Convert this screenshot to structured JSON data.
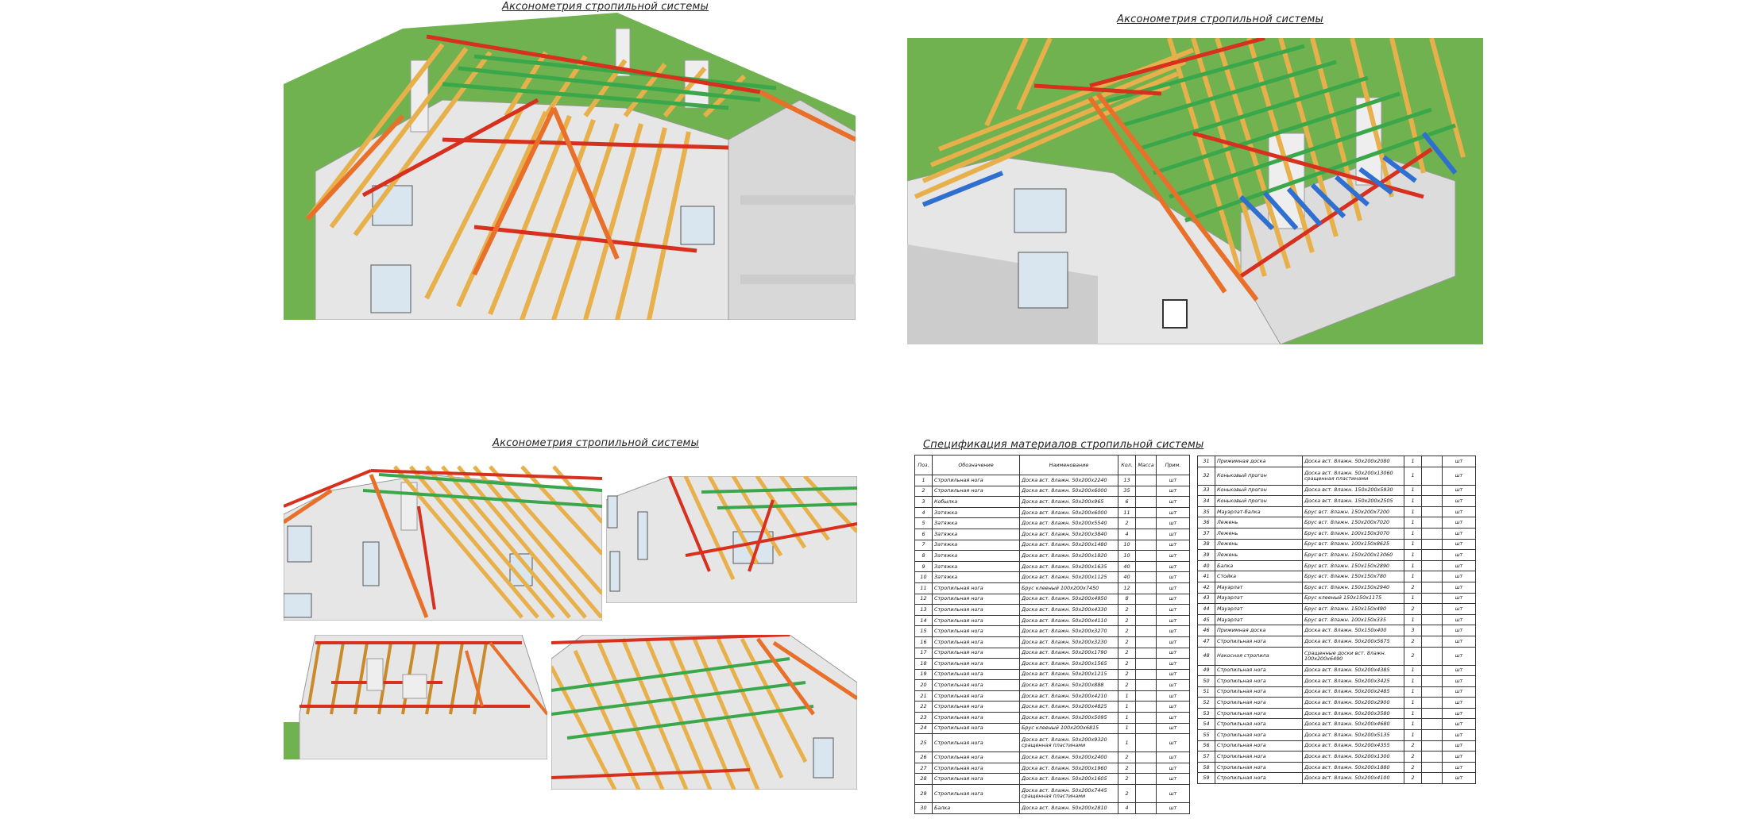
{
  "titles": {
    "view1": "Аксонометрия стропильной системы",
    "view2": "Аксонометрия стропильной системы",
    "view3": "Аксонометрия стропильной системы",
    "spec": "Спецификация материалов стропильной системы"
  },
  "colors": {
    "ground": "#6fb24f",
    "wall": "#e6e6e6",
    "rafter": "#e8b04a",
    "rafter_dark": "#c98a2c",
    "beam_red": "#d8301e",
    "orange": "#e8702a",
    "green_batten": "#3aa84a",
    "blue_beam": "#2f6fd0"
  },
  "spec": {
    "headers": [
      "Поз.",
      "Обозначение",
      "Наименование",
      "Кол.",
      "Масса",
      "Прим."
    ],
    "left_rows": [
      {
        "pos": "1",
        "des": "Стропильная нога",
        "name": "Доска вст. 8лажн. 50х200х2240",
        "qty": "13",
        "unit": "шт"
      },
      {
        "pos": "2",
        "des": "Стропильная нога",
        "name": "Доска вст. 8лажн. 50х200х6000",
        "qty": "35",
        "unit": "шт"
      },
      {
        "pos": "3",
        "des": "Кобылка",
        "name": "Доска вст. 8лажн. 50х200х965",
        "qty": "6",
        "unit": "шт"
      },
      {
        "pos": "4",
        "des": "Затяжка",
        "name": "Доска вст. 8лажн. 50х200х6000",
        "qty": "11",
        "unit": "шт"
      },
      {
        "pos": "5",
        "des": "Затяжка",
        "name": "Доска вст. 8лажн. 50х200х5540",
        "qty": "2",
        "unit": "шт"
      },
      {
        "pos": "6",
        "des": "Затяжка",
        "name": "Доска вст. 8лажн. 50х200х3840",
        "qty": "4",
        "unit": "шт"
      },
      {
        "pos": "7",
        "des": "Затяжка",
        "name": "Доска вст. 8лажн. 50х200х1480",
        "qty": "10",
        "unit": "шт"
      },
      {
        "pos": "8",
        "des": "Затяжка",
        "name": "Доска вст. 8лажн. 50х200х1820",
        "qty": "10",
        "unit": "шт"
      },
      {
        "pos": "9",
        "des": "Затяжка",
        "name": "Доска вст. 8лажн. 50х200х1635",
        "qty": "40",
        "unit": "шт"
      },
      {
        "pos": "10",
        "des": "Затяжка",
        "name": "Доска вст. 8лажн. 50х200х1125",
        "qty": "40",
        "unit": "шт"
      },
      {
        "pos": "11",
        "des": "Стропильная нога",
        "name": "Брус клееный 100х200х7450",
        "qty": "12",
        "unit": "шт"
      },
      {
        "pos": "12",
        "des": "Стропильная нога",
        "name": "Доска вст. 8лажн. 50х200х4950",
        "qty": "8",
        "unit": "шт"
      },
      {
        "pos": "13",
        "des": "Стропильная нога",
        "name": "Доска вст. 8лажн. 50х200х4330",
        "qty": "2",
        "unit": "шт"
      },
      {
        "pos": "14",
        "des": "Стропильная нога",
        "name": "Доска вст. 8лажн. 50х200х4110",
        "qty": "2",
        "unit": "шт"
      },
      {
        "pos": "15",
        "des": "Стропильная нога",
        "name": "Доска вст. 8лажн. 50х200х3270",
        "qty": "2",
        "unit": "шт"
      },
      {
        "pos": "16",
        "des": "Стропильная нога",
        "name": "Доска вст. 8лажн. 50х200х3230",
        "qty": "2",
        "unit": "шт"
      },
      {
        "pos": "17",
        "des": "Стропильная нога",
        "name": "Доска вст. 8лажн. 50х200х1790",
        "qty": "2",
        "unit": "шт"
      },
      {
        "pos": "18",
        "des": "Стропильная нога",
        "name": "Доска вст. 8лажн. 50х200х1565",
        "qty": "2",
        "unit": "шт"
      },
      {
        "pos": "19",
        "des": "Стропильная нога",
        "name": "Доска вст. 8лажн. 50х200х1215",
        "qty": "2",
        "unit": "шт"
      },
      {
        "pos": "20",
        "des": "Стропильная нога",
        "name": "Доска вст. 8лажн. 50х200х888",
        "qty": "2",
        "unit": "шт"
      },
      {
        "pos": "21",
        "des": "Стропильная нога",
        "name": "Доска вст. 8лажн. 50х200х4210",
        "qty": "1",
        "unit": "шт"
      },
      {
        "pos": "22",
        "des": "Стропильная нога",
        "name": "Доска вст. 8лажн. 50х200х4825",
        "qty": "1",
        "unit": "шт"
      },
      {
        "pos": "23",
        "des": "Стропильная нога",
        "name": "Доска вст. 8лажн. 50х200х5095",
        "qty": "1",
        "unit": "шт"
      },
      {
        "pos": "24",
        "des": "Стропильная нога",
        "name": "Брус клееный 100х200х6815",
        "qty": "1",
        "unit": "шт"
      },
      {
        "pos": "25",
        "des": "Стропильная нога",
        "name": "Доска вст. 8лажн. 50х200х9320 сращенная пластинами",
        "qty": "1",
        "unit": "шт",
        "tall": true
      },
      {
        "pos": "26",
        "des": "Стропильная нога",
        "name": "Доска вст. 8лажн. 50х200х2400",
        "qty": "2",
        "unit": "шт"
      },
      {
        "pos": "27",
        "des": "Стропильная нога",
        "name": "Доска вст. 8лажн. 50х200х1960",
        "qty": "2",
        "unit": "шт"
      },
      {
        "pos": "28",
        "des": "Стропильная нога",
        "name": "Доска вст. 8лажн. 50х200х1605",
        "qty": "2",
        "unit": "шт"
      },
      {
        "pos": "29",
        "des": "Стропильная нога",
        "name": "Доска вст. 8лажн. 50х200х7445 сращенная пластинами",
        "qty": "2",
        "unit": "шт",
        "tall": true
      },
      {
        "pos": "30",
        "des": "Балка",
        "name": "Доска вст. 8лажн. 50х200х2810",
        "qty": "4",
        "unit": "шт"
      }
    ],
    "right_rows": [
      {
        "pos": "31",
        "des": "Прижимная доска",
        "name": "Доска вст. 8лажн. 50х200х2080",
        "qty": "1",
        "unit": "шт"
      },
      {
        "pos": "32",
        "des": "Коньковый прогон",
        "name": "Доска вст. 8лажн. 50х200х13060 сращенная пластинами",
        "qty": "1",
        "unit": "шт",
        "tall": true
      },
      {
        "pos": "33",
        "des": "Коньковый прогон",
        "name": "Доска вст. 8лажн. 150х200х5930",
        "qty": "1",
        "unit": "шт"
      },
      {
        "pos": "34",
        "des": "Коньковый прогон",
        "name": "Доска вст. 8лажн. 150х200х2505",
        "qty": "1",
        "unit": "шт"
      },
      {
        "pos": "35",
        "des": "Мауэрлат-балка",
        "name": "Брус вст. 8лажн. 150х200х7200",
        "qty": "1",
        "unit": "шт"
      },
      {
        "pos": "36",
        "des": "Лежень",
        "name": "Брус вст. 8лажн. 150х200х7020",
        "qty": "1",
        "unit": "шт"
      },
      {
        "pos": "37",
        "des": "Лежень",
        "name": "Брус вст. 8лажн. 100х150х3070",
        "qty": "1",
        "unit": "шт"
      },
      {
        "pos": "38",
        "des": "Лежень",
        "name": "Брус вст. 8лажн. 100х150х8625",
        "qty": "1",
        "unit": "шт"
      },
      {
        "pos": "39",
        "des": "Лежень",
        "name": "Брус вст. 8лажн. 150х200х13060",
        "qty": "1",
        "unit": "шт"
      },
      {
        "pos": "40",
        "des": "Балка",
        "name": "Брус вст. 8лажн. 150х150х2890",
        "qty": "1",
        "unit": "шт"
      },
      {
        "pos": "41",
        "des": "Стойка",
        "name": "Брус вст. 8лажн. 150х150х780",
        "qty": "1",
        "unit": "шт"
      },
      {
        "pos": "42",
        "des": "Мауэрлат",
        "name": "Брус вст. 8лажн. 150х150х2940",
        "qty": "2",
        "unit": "шт"
      },
      {
        "pos": "43",
        "des": "Мауэрлат",
        "name": "Брус клееный 150х150х1175",
        "qty": "1",
        "unit": "шт"
      },
      {
        "pos": "44",
        "des": "Мауэрлат",
        "name": "Брус вст. 8лажн. 150х150х490",
        "qty": "2",
        "unit": "шт"
      },
      {
        "pos": "45",
        "des": "Мауэрлат",
        "name": "Брус вст. 8лажн. 100х150х335",
        "qty": "1",
        "unit": "шт"
      },
      {
        "pos": "46",
        "des": "Прижимная доска",
        "name": "Доска вст. 8лажн. 50х150х400",
        "qty": "3",
        "unit": "шт"
      },
      {
        "pos": "47",
        "des": "Стропильная нога",
        "name": "Доска вст. 8лажн. 50х200х5675",
        "qty": "2",
        "unit": "шт"
      },
      {
        "pos": "48",
        "des": "Накосная стропила",
        "name": "Сращенные доски вст. 8лажн. 100х200х6490",
        "qty": "2",
        "unit": "шт",
        "tall": true
      },
      {
        "pos": "49",
        "des": "Стропильная нога",
        "name": "Доска вст. 8лажн. 50х200х4385",
        "qty": "1",
        "unit": "шт"
      },
      {
        "pos": "50",
        "des": "Стропильная нога",
        "name": "Доска вст. 8лажн. 50х200х3425",
        "qty": "1",
        "unit": "шт"
      },
      {
        "pos": "51",
        "des": "Стропильная нога",
        "name": "Доска вст. 8лажн. 50х200х2485",
        "qty": "1",
        "unit": "шт"
      },
      {
        "pos": "52",
        "des": "Стропильная нога",
        "name": "Доска вст. 8лажн. 50х200х2900",
        "qty": "1",
        "unit": "шт"
      },
      {
        "pos": "53",
        "des": "Стропильная нога",
        "name": "Доска вст. 8лажн. 50х200х3580",
        "qty": "1",
        "unit": "шт"
      },
      {
        "pos": "54",
        "des": "Стропильная нога",
        "name": "Доска вст. 8лажн. 50х200х4680",
        "qty": "1",
        "unit": "шт"
      },
      {
        "pos": "55",
        "des": "Стропильная нога",
        "name": "Доска вст. 8лажн. 50х200х5135",
        "qty": "1",
        "unit": "шт"
      },
      {
        "pos": "56",
        "des": "Стропильная нога",
        "name": "Доска вст. 8лажн. 50х200х4355",
        "qty": "2",
        "unit": "шт"
      },
      {
        "pos": "57",
        "des": "Стропильная нога",
        "name": "Доска вст. 8лажн. 50х200х1300",
        "qty": "2",
        "unit": "шт"
      },
      {
        "pos": "58",
        "des": "Стропильная нога",
        "name": "Доска вст. 8лажн. 50х200х1880",
        "qty": "2",
        "unit": "шт"
      },
      {
        "pos": "59",
        "des": "Стропильная нога",
        "name": "Доска вст. 8лажн. 50х200х4100",
        "qty": "2",
        "unit": "шт"
      }
    ]
  }
}
